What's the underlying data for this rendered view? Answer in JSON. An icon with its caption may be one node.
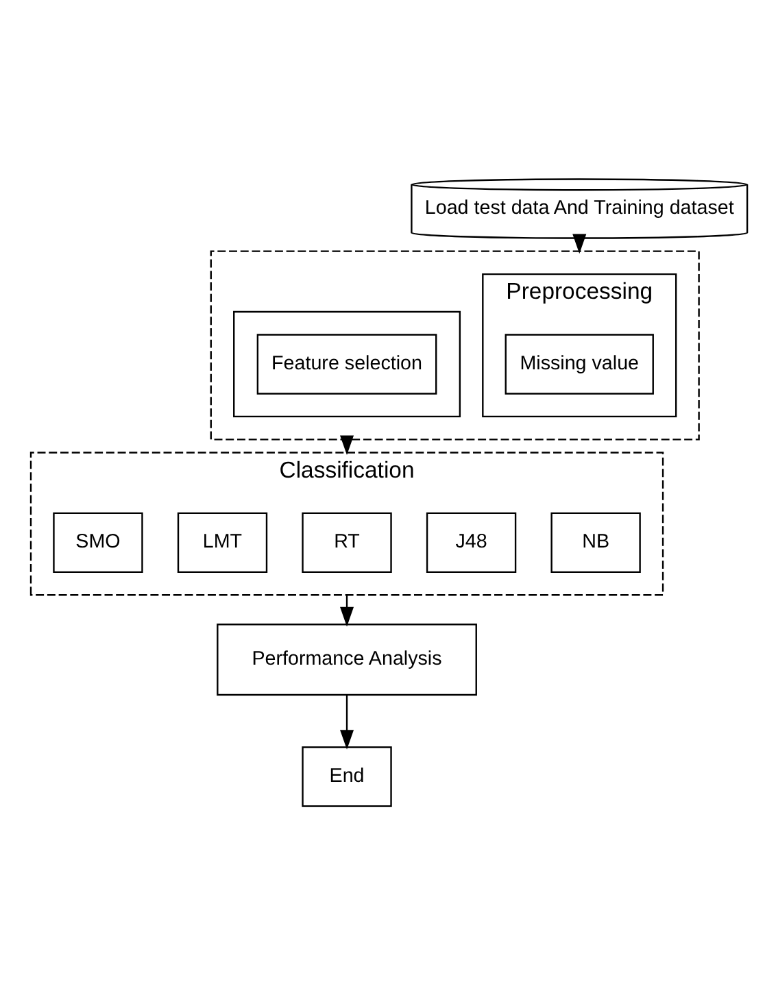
{
  "diagram": {
    "nodes": [
      {
        "text": [
          "Load test data And Training dataset"
        ]
      },
      {
        "text": [],
        "shape": "box"
      },
      {
        "text": [
          "Preprocessing"
        ],
        "in": 1
      },
      {
        "text": [
          "Missing value"
        ],
        "in": 2
      },
      {
        "text": [],
        "shape": "box",
        "in": 1
      },
      {
        "text": [
          "Feature selection"
        ],
        "in": 4
      },
      {
        "text": [
          "Classification"
        ]
      },
      {
        "text": [
          "NB"
        ],
        "in": 6
      },
      {
        "text": [
          "J48"
        ],
        "in": 6
      },
      {
        "text": [
          "RT"
        ],
        "in": 6
      },
      {
        "text": [
          "LMT"
        ],
        "in": 6
      },
      {
        "text": [
          "SMO"
        ],
        "in": 6
      },
      {
        "text": [
          "Performance Analysis"
        ]
      },
      {
        "text": [
          "End"
        ]
      }
    ],
    "edges": [
      {
        "from": 0,
        "to": 1,
        "arrow": "to"
      },
      {
        "from": 1,
        "to": 6,
        "arrow": "to"
      },
      {
        "from": 6,
        "to": 12,
        "arrow": "to"
      },
      {
        "from": 12,
        "to": 13,
        "arrow": "to"
      }
    ]
  }
}
